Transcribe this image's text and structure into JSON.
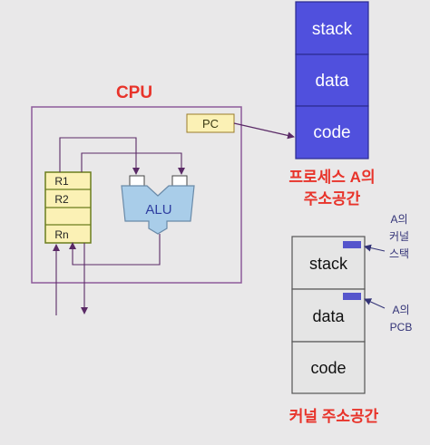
{
  "colors": {
    "background": "#e9e8e9",
    "cpu_title": "#e8332a",
    "cpu_border": "#8e5a9a",
    "purple_line": "#5a2a66",
    "pc_fill": "#fbf1b5",
    "pc_border": "#9a7d2a",
    "register_fill": "#fbf1b5",
    "register_border": "#6b7d1e",
    "alu_fill": "#a9cde9",
    "alu_text": "#2f3ea0",
    "process_fill": "#5050dd",
    "process_border": "#2a2a90",
    "process_text": "#ffffff",
    "process_caption": "#e8332a",
    "kernel_fill": "#e5e5e5",
    "kernel_border": "#555555",
    "kernel_marker": "#5555cc",
    "kernel_caption": "#e8332a",
    "kernel_note": "#333377"
  },
  "cpu": {
    "title": "CPU",
    "pc_label": "PC",
    "registers": [
      "R1",
      "R2",
      "",
      "Rn"
    ],
    "alu_label": "ALU"
  },
  "process_space": {
    "segments": [
      "stack",
      "data",
      "code"
    ],
    "caption_line1": "프로세스 A의",
    "caption_line2": "주소공간"
  },
  "kernel_space": {
    "segments": [
      "stack",
      "data",
      "code"
    ],
    "stack_note": [
      "A의",
      "커널",
      "스택"
    ],
    "pcb_note": [
      "A의",
      "PCB"
    ],
    "caption": "커널 주소공간"
  }
}
